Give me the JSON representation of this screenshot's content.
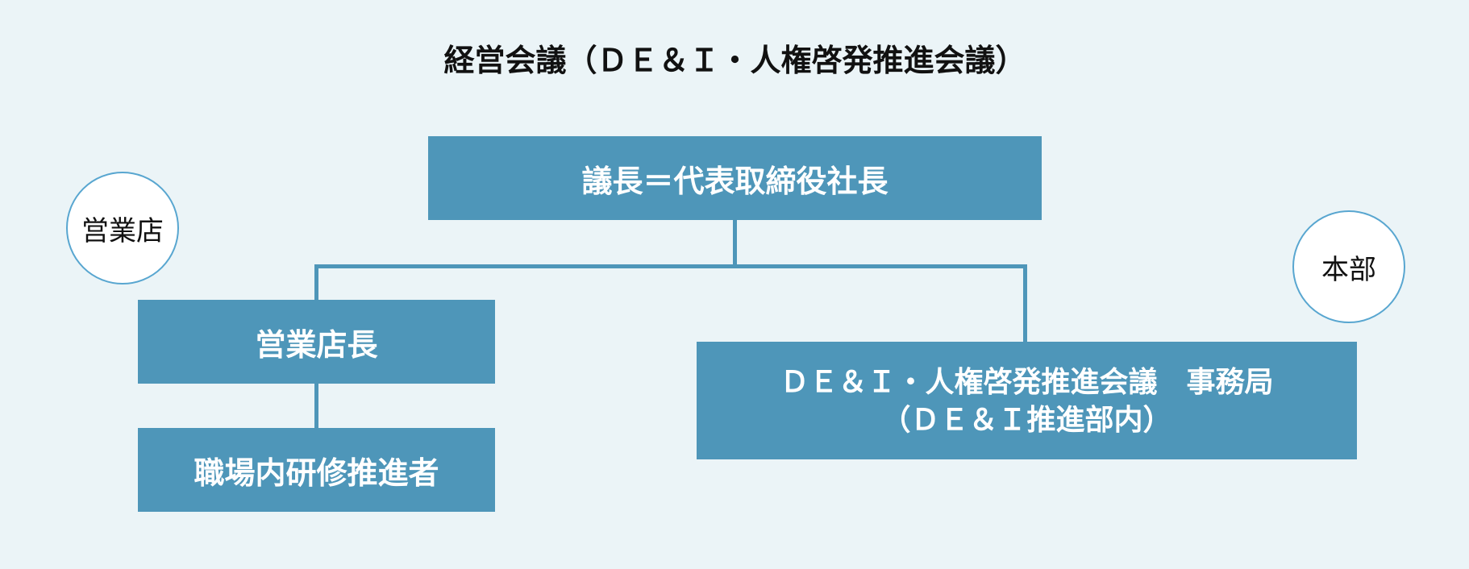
{
  "title": "経営会議（ＤＥ＆Ｉ・人権啓発推進会議）",
  "org_chart": {
    "root": {
      "label": "議長＝代表取締役社長"
    },
    "groups": {
      "branch": "営業店",
      "headquarters": "本部"
    },
    "branch_nodes": [
      {
        "label": "営業店長"
      },
      {
        "label": "職場内研修推進者"
      }
    ],
    "secretariat": {
      "line1": "ＤＥ＆Ｉ・人権啓発推進会議　事務局",
      "line2": "（ＤＥ＆Ｉ推進部内）"
    }
  },
  "colors": {
    "background": "#ebf4f7",
    "node_fill": "#4e96b9",
    "node_text": "#ffffff",
    "connector": "#4e96b9",
    "circle_fill": "#ffffff",
    "circle_border": "#58a6d0",
    "label_text": "#111111"
  }
}
